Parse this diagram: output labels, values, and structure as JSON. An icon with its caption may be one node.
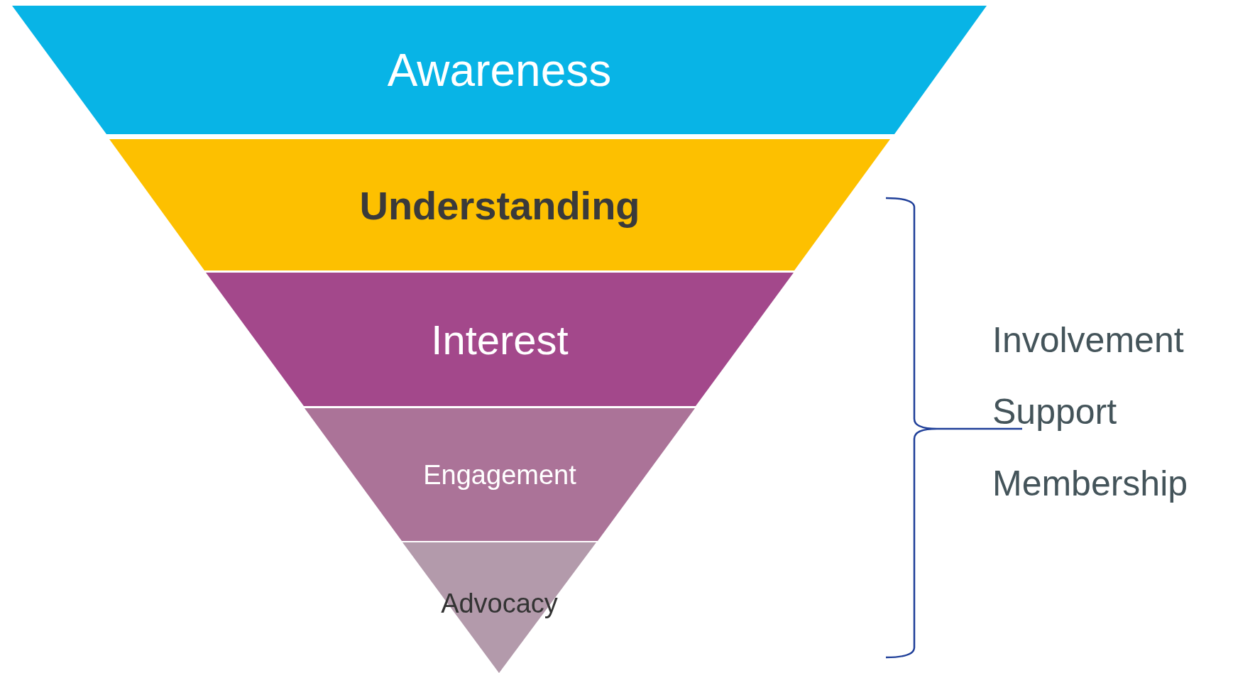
{
  "diagram": {
    "nodes": [
      {
        "text": [
          "Awareness"
        ]
      },
      {
        "text": [
          "Understanding"
        ]
      },
      {
        "text": [
          "Interest"
        ]
      },
      {
        "text": [
          "Engagement"
        ]
      },
      {
        "text": [
          "Advocacy"
        ]
      }
    ],
    "labels": [
      "Involvement",
      "Support",
      "Membership"
    ]
  }
}
